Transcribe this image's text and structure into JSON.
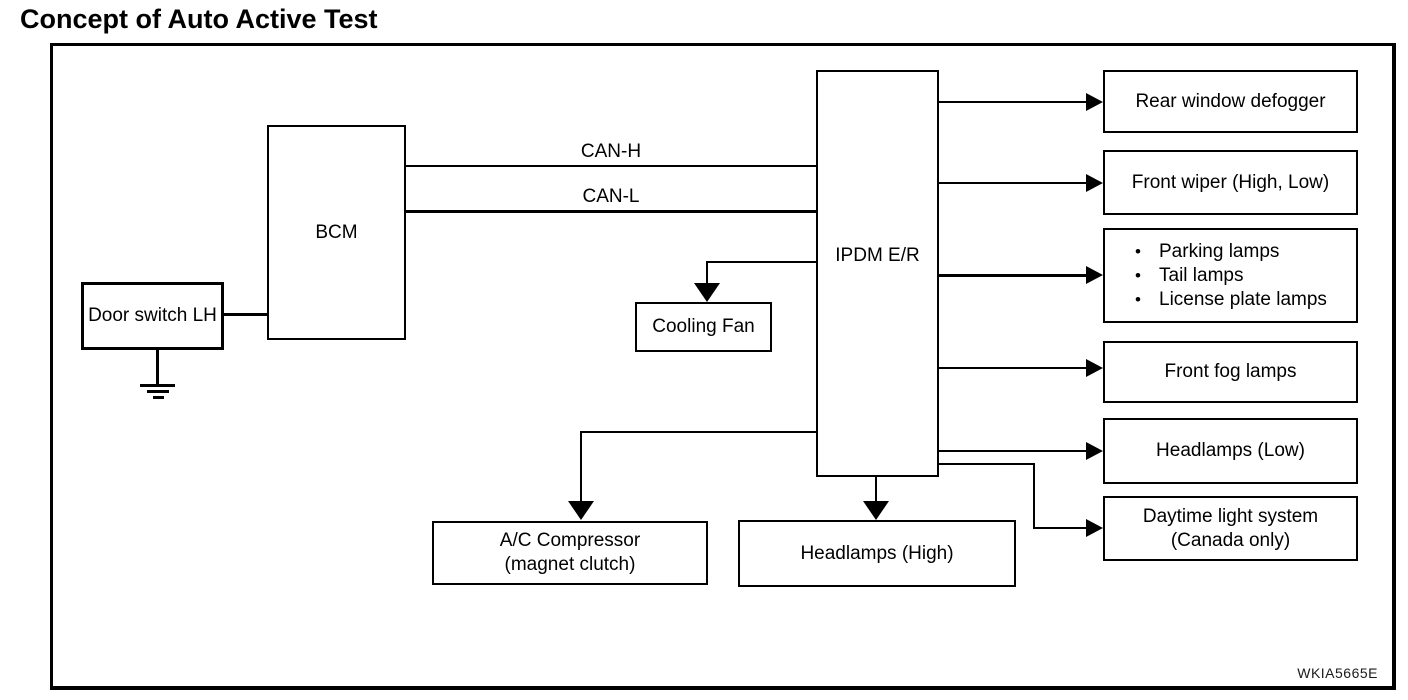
{
  "title": "Concept of Auto Active Test",
  "watermark": "WKIA5665E",
  "labels": {
    "can_h": "CAN-H",
    "can_l": "CAN-L"
  },
  "icons": {
    "bullet": "•"
  },
  "nodes": {
    "door_switch": "Door switch LH",
    "bcm": "BCM",
    "ipdm": "IPDM E/R",
    "cooling_fan": "Cooling Fan",
    "ac_compressor_line1": "A/C Compressor",
    "ac_compressor_line2": "(magnet clutch)",
    "headlamps_high": "Headlamps (High)",
    "rear_defogger": "Rear window defogger",
    "front_wiper": "Front wiper (High, Low)",
    "lamp_group": [
      "Parking lamps",
      "Tail lamps",
      "License plate lamps"
    ],
    "front_fog": "Front fog lamps",
    "headlamps_low": "Headlamps (Low)",
    "daytime_line1": "Daytime light system",
    "daytime_line2": "(Canada only)"
  }
}
